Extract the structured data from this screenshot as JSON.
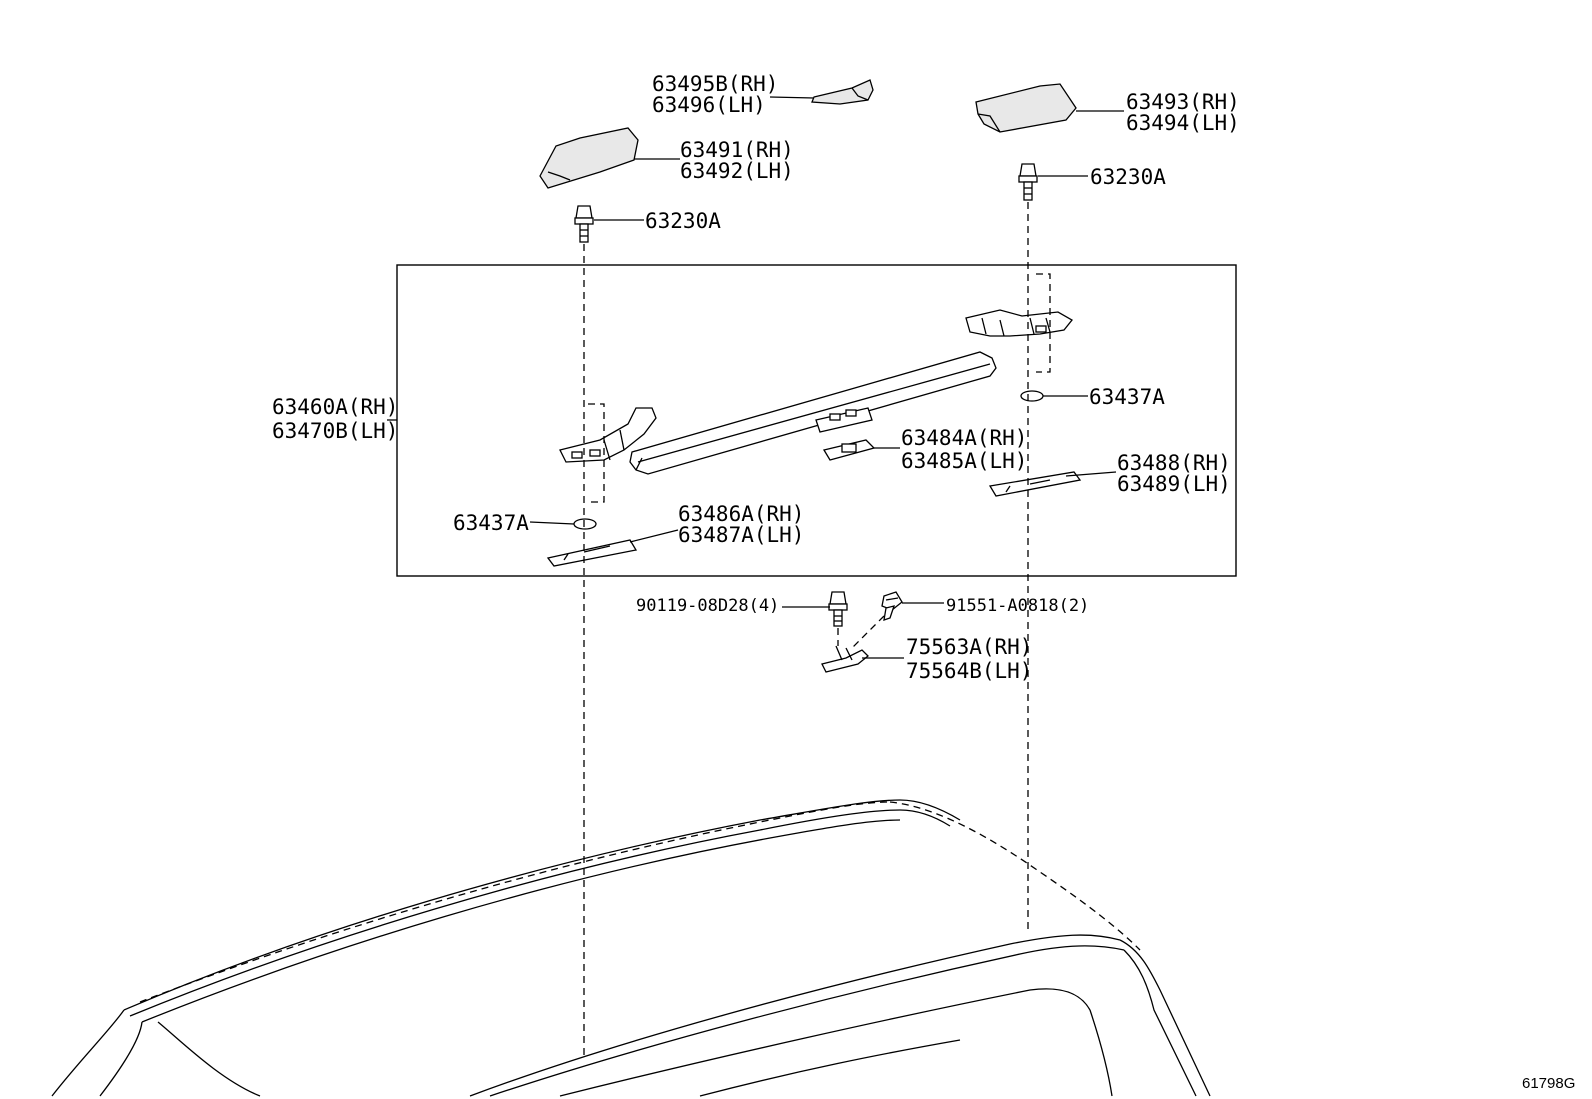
{
  "labels": {
    "l_63495b": "63495B(RH)",
    "l_63496": "63496(LH)",
    "l_63493": "63493(RH)",
    "l_63494": "63494(LH)",
    "l_63491": "63491(RH)",
    "l_63492": "63492(LH)",
    "l_63230a_left": "63230A",
    "l_63230a_right": "63230A",
    "l_63460a": "63460A(RH)",
    "l_63470b": "63470B(LH)",
    "l_63437a_right": "63437A",
    "l_63484a": "63484A(RH)",
    "l_63485a": "63485A(LH)",
    "l_63488": "63488(RH)",
    "l_63489": "63489(LH)",
    "l_63437a_left": "63437A",
    "l_63486a": "63486A(RH)",
    "l_63487a": "63487A(LH)",
    "l_90119": "90119-08D28(4)",
    "l_91551": "91551-A0818(2)",
    "l_75563a": "75563A(RH)",
    "l_75564b": "75564B(LH)"
  },
  "reference_code": "61798G"
}
